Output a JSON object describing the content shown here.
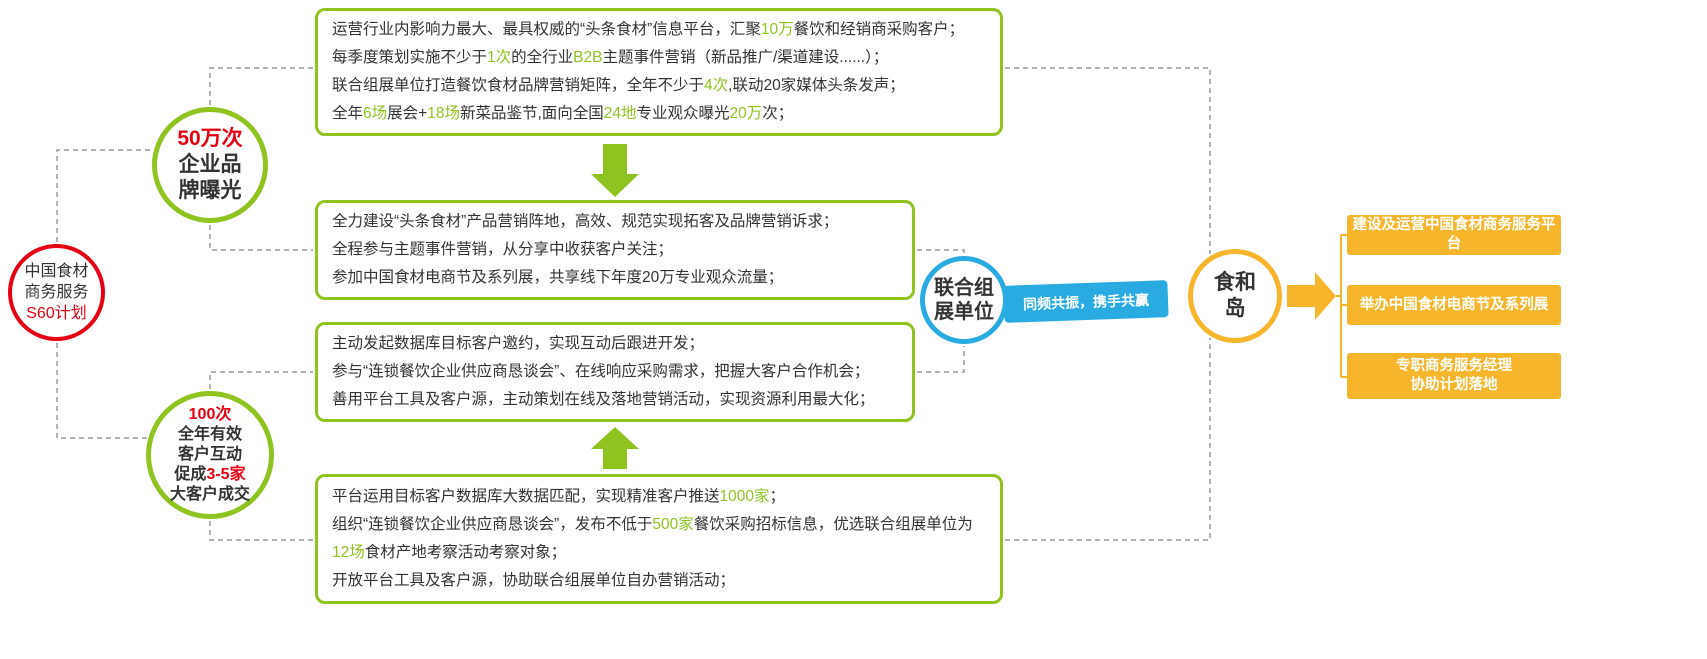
{
  "palette": {
    "green": "#8fc31f",
    "red": "#e60012",
    "blue": "#29abe2",
    "orange": "#f7b52c",
    "connector": "#9b9b9b"
  },
  "plan_circle": {
    "lines": [
      "中国食材",
      "商务服务",
      [
        {
          "t": "S60计划",
          "c": "red"
        }
      ]
    ]
  },
  "exposure_circle": {
    "lines": [
      [
        {
          "t": "50万次",
          "c": "red"
        }
      ],
      "企业品",
      "牌曝光"
    ]
  },
  "interaction_circle": {
    "lines": [
      [
        {
          "t": "100次",
          "c": "red"
        }
      ],
      "全年有效",
      "客户互动",
      [
        {
          "t": "促成"
        },
        {
          "t": "3-5家",
          "c": "red"
        }
      ],
      "大客户成交"
    ]
  },
  "joint_exhibitor_circle": {
    "lines": [
      "联合组",
      "展单位"
    ]
  },
  "island_circle": {
    "lines": [
      "食和",
      "岛"
    ]
  },
  "ribbon": {
    "text": "同频共振，携手共赢"
  },
  "box1": {
    "lines": [
      [
        {
          "t": "运营行业内影响力最大、最具权威的“头条食材”信息平台，汇聚"
        },
        {
          "t": "10万",
          "c": "green"
        },
        {
          "t": "餐饮和经销商采购客户；"
        }
      ],
      [
        {
          "t": "每季度策划实施不少于"
        },
        {
          "t": "1次",
          "c": "green"
        },
        {
          "t": "的全行业"
        },
        {
          "t": "B2B",
          "c": "green"
        },
        {
          "t": "主题事件营销（新品推广/渠道建设......）；"
        }
      ],
      [
        {
          "t": "联合组展单位打造餐饮食材品牌营销矩阵，全年不少于"
        },
        {
          "t": "4次",
          "c": "green"
        },
        {
          "t": ",联动20家媒体头条发声；"
        }
      ],
      [
        {
          "t": "全年"
        },
        {
          "t": "6场",
          "c": "green"
        },
        {
          "t": "展会+"
        },
        {
          "t": "18场",
          "c": "green"
        },
        {
          "t": "新菜品鉴节,面向全国"
        },
        {
          "t": "24地",
          "c": "green"
        },
        {
          "t": "专业观众曝光"
        },
        {
          "t": "20万",
          "c": "green"
        },
        {
          "t": "次；"
        }
      ]
    ]
  },
  "box2": {
    "lines": [
      "全力建设“头条食材”产品营销阵地，高效、规范实现拓客及品牌营销诉求；",
      "全程参与主题事件营销，从分享中收获客户关注；",
      "参加中国食材电商节及系列展，共享线下年度20万专业观众流量；"
    ]
  },
  "box3": {
    "lines": [
      "主动发起数据库目标客户邀约，实现互动后跟进开发；",
      "参与“连锁餐饮企业供应商恳谈会”、在线响应采购需求，把握大客户合作机会；",
      "善用平台工具及客户源，主动策划在线及落地营销活动，实现资源利用最大化；"
    ]
  },
  "box4": {
    "lines": [
      [
        {
          "t": "平台运用目标客户数据库大数据匹配，实现精准客户推送"
        },
        {
          "t": "1000家",
          "c": "green"
        },
        {
          "t": "；"
        }
      ],
      [
        {
          "t": "组织“连锁餐饮企业供应商恳谈会”，发布不低于"
        },
        {
          "t": "500家",
          "c": "green"
        },
        {
          "t": "餐饮采购招标信息，优选联合组展单位为"
        },
        {
          "t": "12场",
          "c": "green"
        },
        {
          "t": "食材产地考察活动考察对象；"
        }
      ],
      "开放平台工具及客户源，协助联合组展单位自办营销活动；"
    ]
  },
  "right_panel": {
    "boxes": [
      {
        "lines": [
          "建设及运营中国食材商务服务平台"
        ]
      },
      {
        "lines": [
          "举办中国食材电商节及系列展"
        ]
      },
      {
        "lines": [
          "专职商务服务经理",
          "协助计划落地"
        ]
      }
    ]
  }
}
